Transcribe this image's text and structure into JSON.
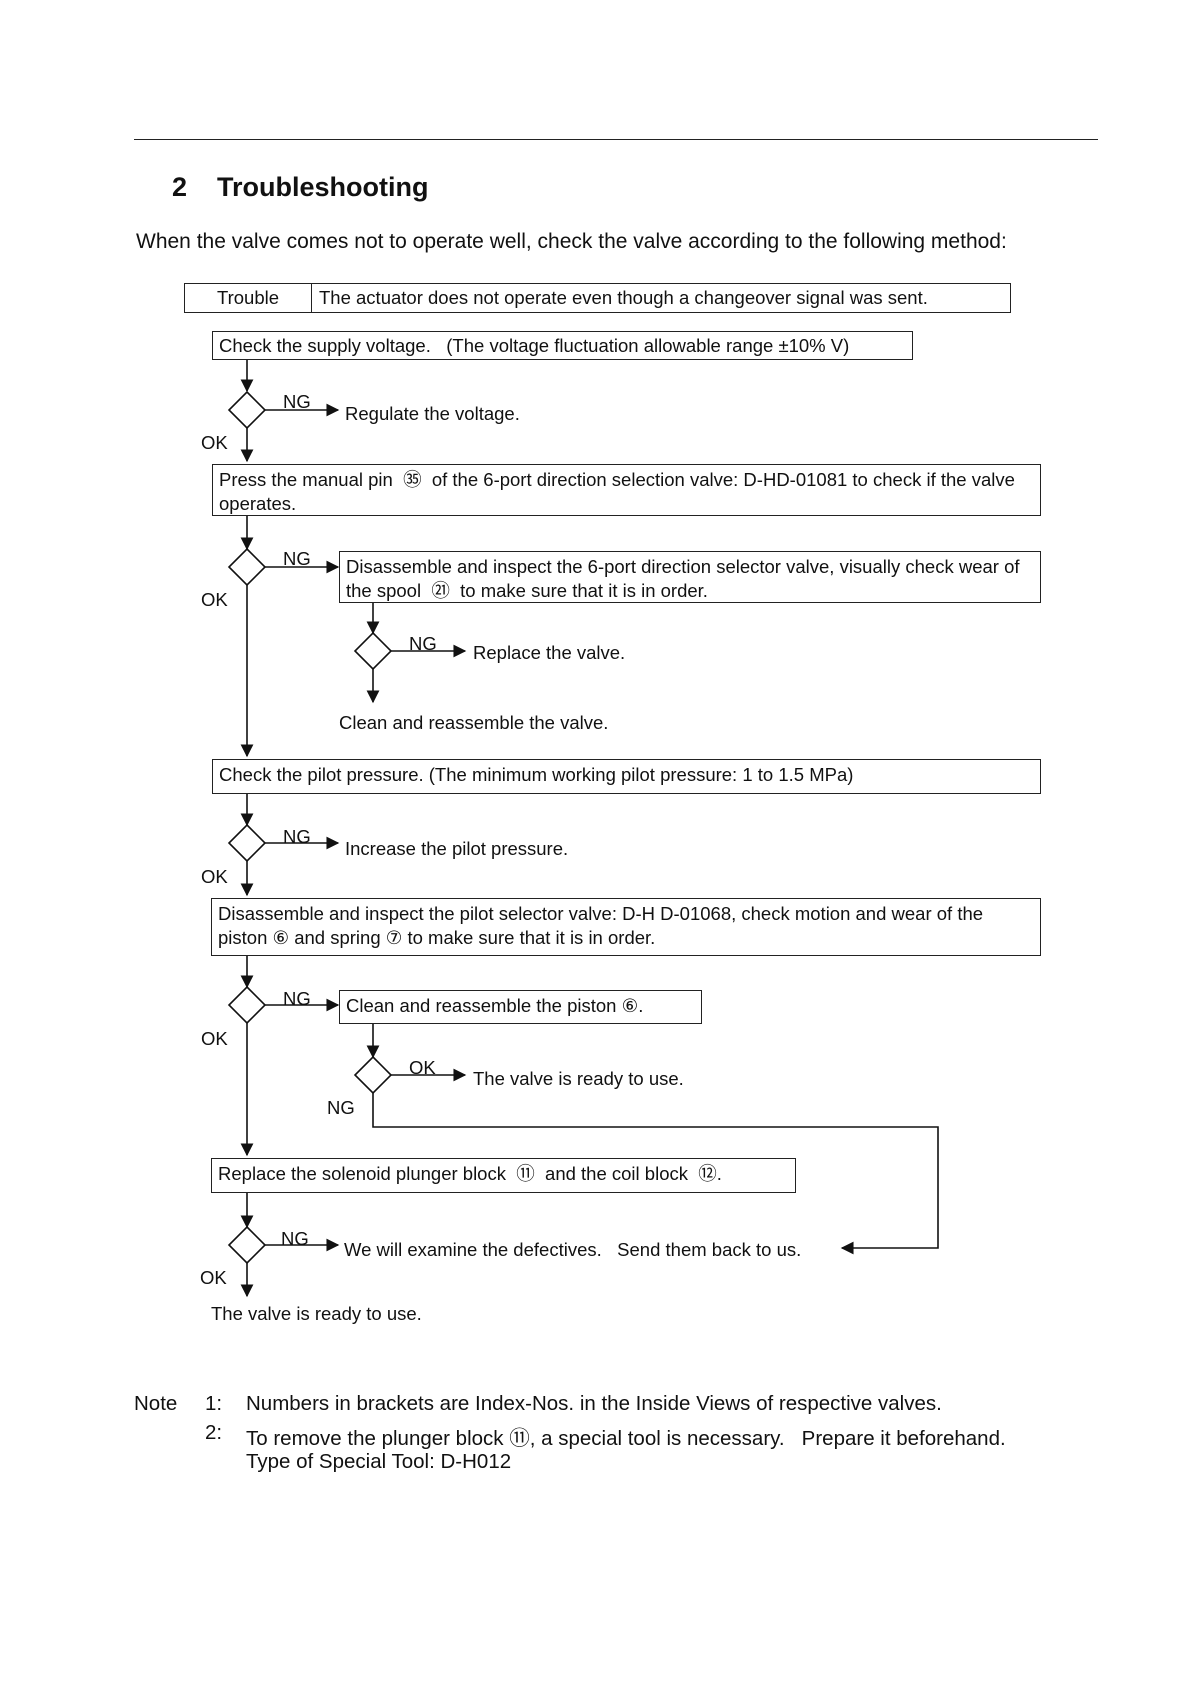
{
  "section": {
    "number": "2",
    "title": "Troubleshooting"
  },
  "intro": "When the valve comes not to operate well, check the valve according to the following method:",
  "trouble": {
    "label": "Trouble",
    "text": "The actuator does not operate even though a changeover signal was sent."
  },
  "steps": {
    "s1": "Check the supply voltage.   (The voltage fluctuation allowable range ±10% V)",
    "s1_ng": "Regulate the voltage.",
    "s2": "Press the manual pin  ㉟  of the 6-port direction selection valve: D-HD-01081 to check if the valve operates.",
    "s2_ng_box": "Disassemble and inspect the 6-port direction selector valve, visually check wear of the spool  ㉑  to make sure that it is in order.",
    "s2_ng_ng": "Replace the valve.",
    "s2_ng_ok": "Clean and reassemble the valve.",
    "s3": "Check the pilot pressure. (The minimum working pilot pressure: 1 to 1.5 MPa)",
    "s3_ng": "Increase the pilot pressure.",
    "s4": "Disassemble and inspect the pilot selector valve: D-H D-01068, check motion and wear of the piston ⑥ and spring ⑦ to make sure that it is in order.",
    "s4_ng_box": "Clean and reassemble the piston ⑥.",
    "s4_ng_ok": "The valve is ready to use.",
    "s5": "Replace the solenoid plunger block  ⑪  and the coil block  ⑫.",
    "s5_ng": "We will examine the defectives.   Send them back to us.",
    "final": "The valve is ready to use."
  },
  "labels": {
    "ok": "OK",
    "ng": "NG"
  },
  "notes": {
    "heading": "Note",
    "items": [
      {
        "num": "1:",
        "text": "Numbers in brackets are Index-Nos. in the Inside Views of respective valves."
      },
      {
        "num": "2:",
        "text": "To remove the plunger block ⑪, a special tool is necessary.   Prepare it beforehand."
      }
    ],
    "extra": "Type of Special Tool: D-H012"
  }
}
